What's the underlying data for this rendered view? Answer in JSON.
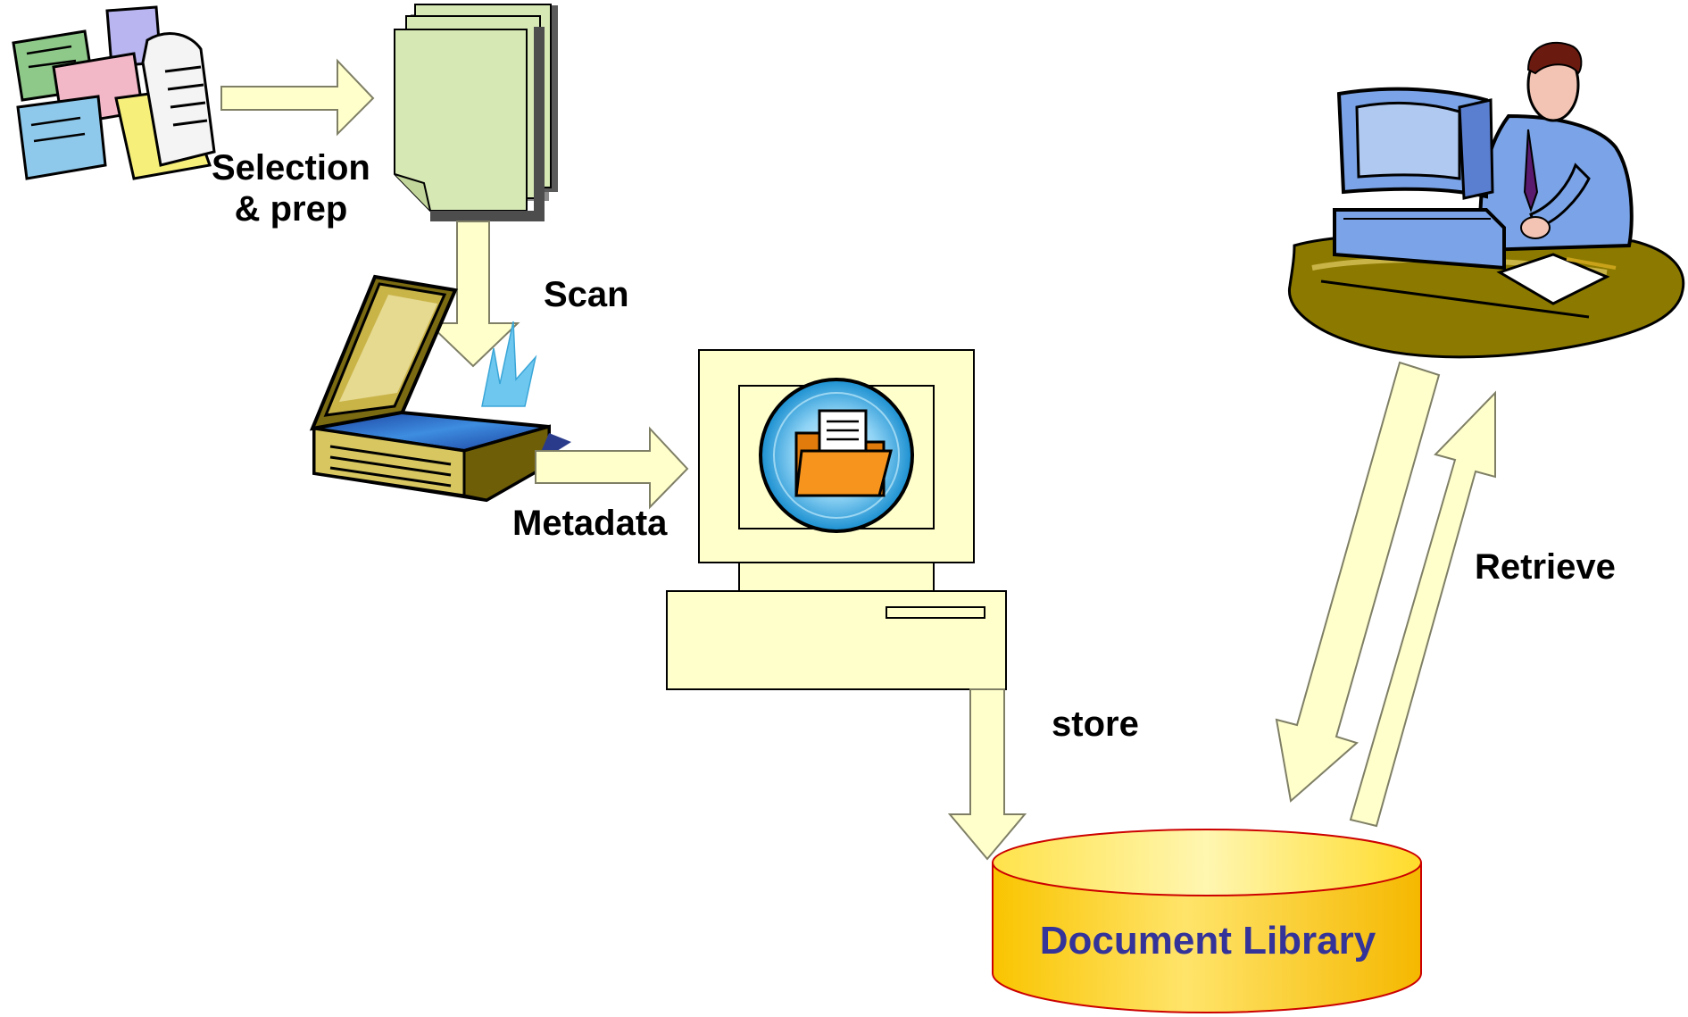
{
  "labels": {
    "selection_line1": "Selection",
    "selection_line2": "& prep",
    "scan": "Scan",
    "metadata": "Metadata",
    "store": "store",
    "retrieve": "Retrieve"
  },
  "library": {
    "label": "Document Library"
  },
  "colors": {
    "arrow_fill": "#ffffcc",
    "arrow_stroke": "#7f7f66",
    "page_fill": "#d6e8b4",
    "computer_fill": "#ffffcc",
    "library_label": "#333399",
    "cylinder_top": "#fff080",
    "cylinder_body": "#ffd21f",
    "cylinder_stroke": "#cc0000",
    "folder": "#f7941d",
    "screen_circle": "#1e9bd7",
    "desk": "#8c7a00",
    "person_shirt": "#7ba4e8"
  }
}
